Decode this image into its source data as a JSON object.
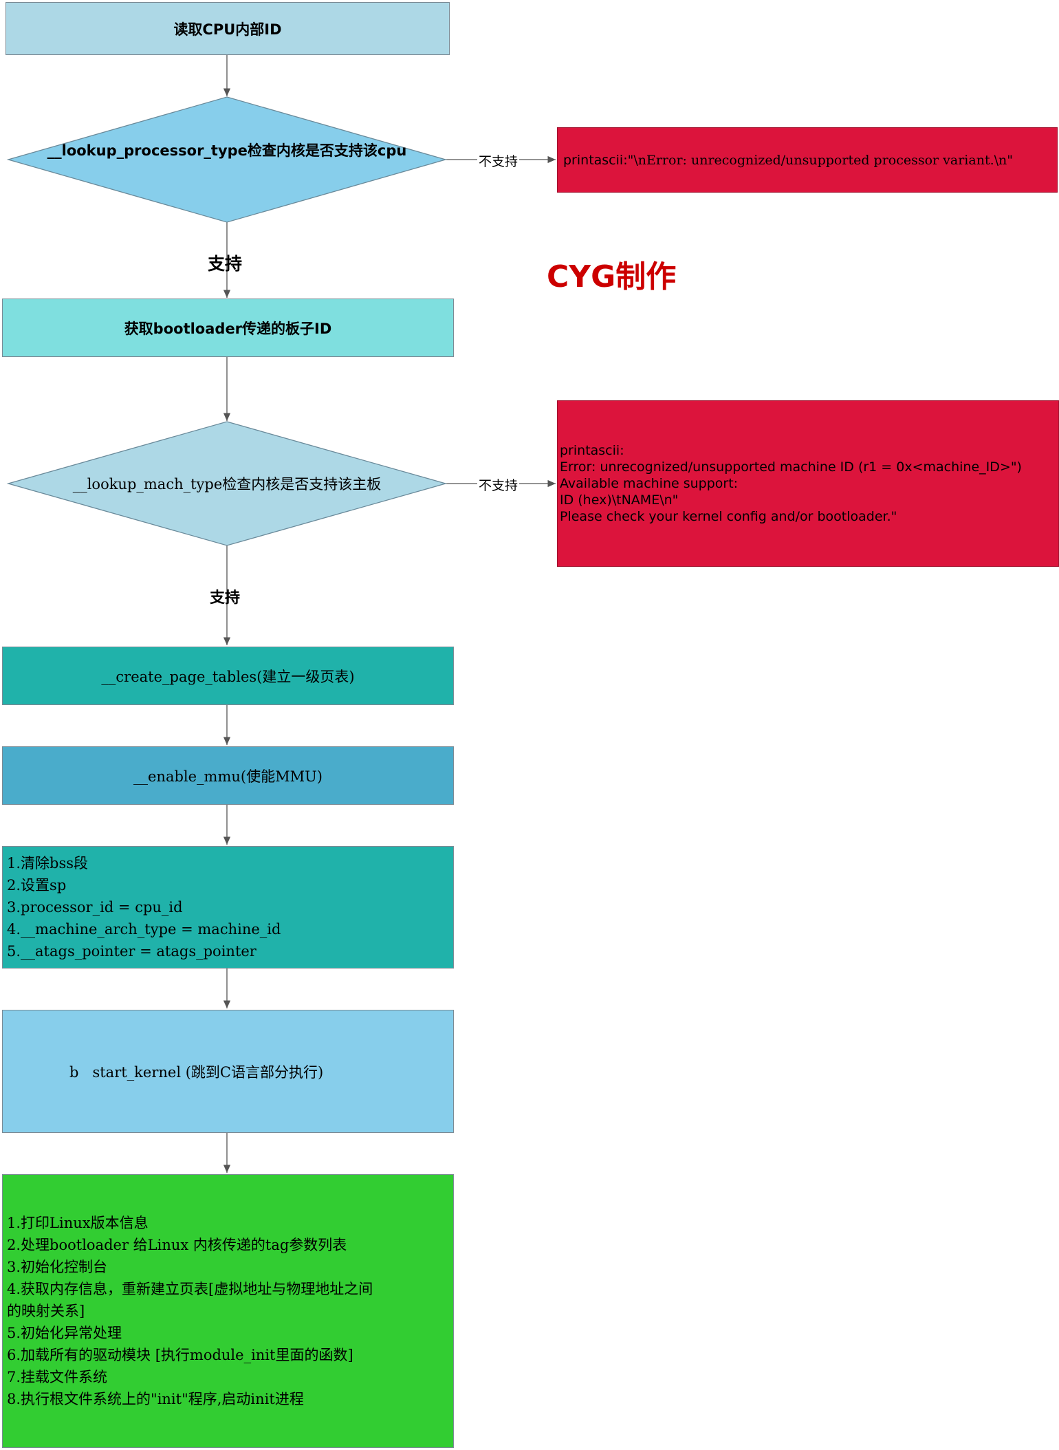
{
  "nodes": {
    "read_cpu_id": "读取CPU内部ID",
    "lookup_processor": "__lookup_processor_type检查内核是否支持该cpu",
    "get_board_id": "获取bootloader传递的板子ID",
    "lookup_mach": "__lookup_mach_type检查内核是否支持该主板",
    "create_page_tables": "__create_page_tables(建立一级页表)",
    "enable_mmu": "__enable_mmu(使能MMU)",
    "setup_steps": [
      "1.清除bss段",
      "2.设置sp",
      "3.processor_id = cpu_id",
      "4.__machine_arch_type = machine_id",
      "5.__atags_pointer = atags_pointer"
    ],
    "start_kernel": "b   start_kernel (跳到C语言部分执行)",
    "kernel_steps": [
      "1.打印Linux版本信息",
      "2.处理bootloader 给Linux 内核传递的tag参数列表",
      "3.初始化控制台",
      "4.获取内存信息，重新建立页表[虚拟地址与物理地址之间",
      "的映射关系]",
      "5.初始化异常处理",
      "6.加载所有的驱动模块 [执行module_init里面的函数]",
      "7.挂载文件系统",
      "8.执行根文件系统上的\"init\"程序,启动init进程"
    ]
  },
  "errors": {
    "processor_prefix": "printascii:",
    "processor_msg": "\"\\nError: unrecognized/unsupported processor variant.\\n\"",
    "mach_lines": [
      "printascii:",
      "Error: unrecognized/unsupported machine ID (r1 = 0x<machine_ID>\")",
      "Available machine support:",
      "ID (hex)\\tNAME\\n\"",
      "Please check your kernel config and/or bootloader.\""
    ]
  },
  "edge_labels": {
    "not_supported_1": "不支持",
    "not_supported_2": "不支持",
    "supported_1": "支持",
    "supported_2": "支持"
  },
  "watermark": "CYG制作",
  "colors": {
    "light_blue": "#add8e6",
    "sky_blue": "#87ceeb",
    "turquoise": "#7fdfdf",
    "teal": "#20b2aa",
    "steel": "#4aaccb",
    "green": "#32cd32",
    "crimson": "#dc143c"
  }
}
